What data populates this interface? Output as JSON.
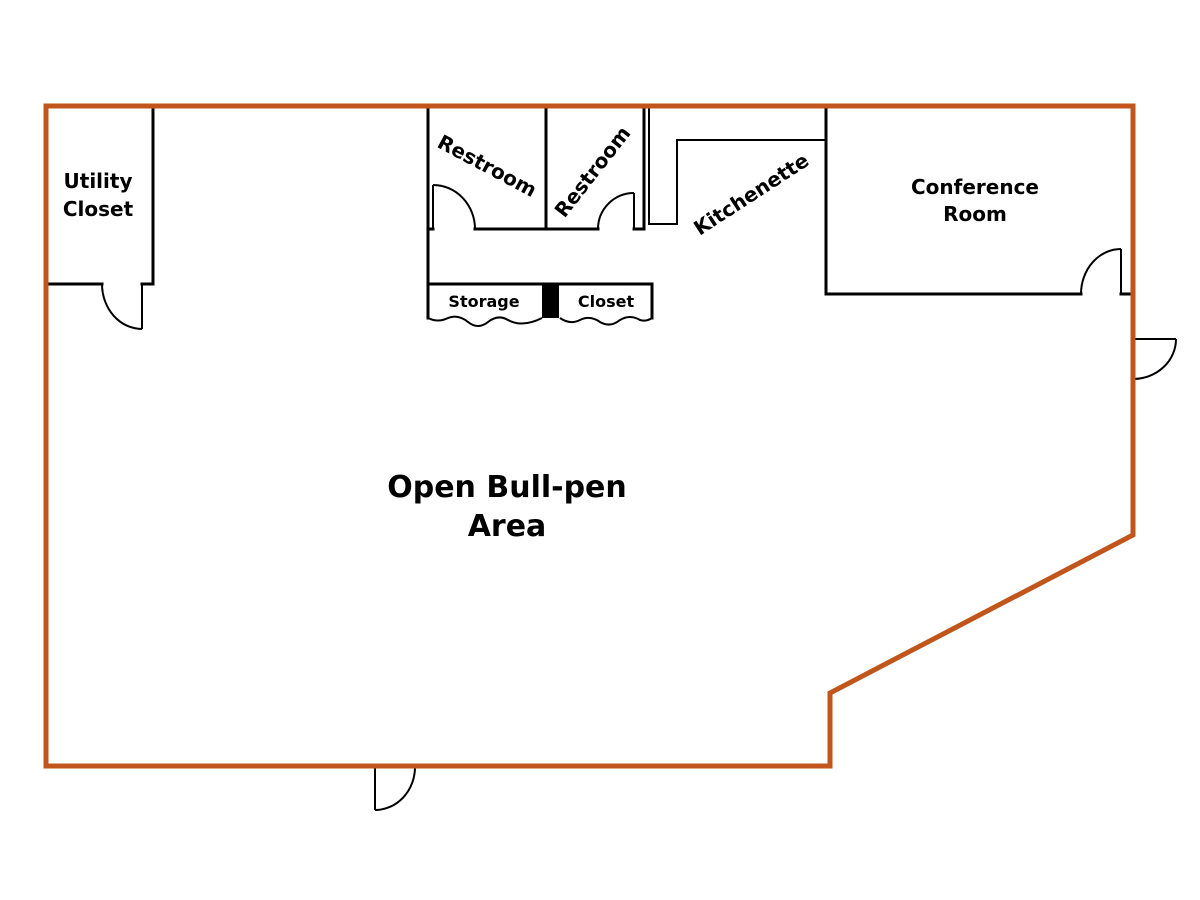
{
  "diagram": {
    "outline_color": "#c0561b",
    "wall_color": "#000000",
    "rooms": {
      "utility_closet": {
        "line1": "Utility",
        "line2": "Closet"
      },
      "restroom_left": {
        "label": "Restroom"
      },
      "restroom_right": {
        "label": "Restroom"
      },
      "kitchenette": {
        "label": "Kitchenette"
      },
      "conference_room": {
        "line1": "Conference",
        "line2": "Room"
      },
      "storage": {
        "label": "Storage"
      },
      "closet": {
        "label": "Closet"
      },
      "open_area": {
        "line1": "Open Bull-pen",
        "line2": "Area"
      }
    }
  }
}
